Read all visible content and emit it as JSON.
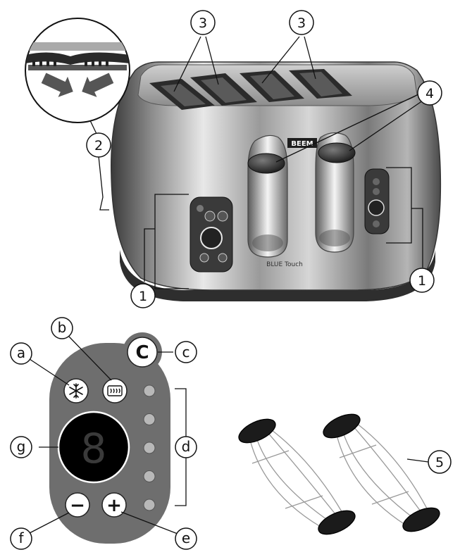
{
  "toaster": {
    "brand_plate": "BEEM",
    "model_logo": "BLUE Touch"
  },
  "callouts": {
    "n1_left": "1",
    "n1_right": "1",
    "n2": "2",
    "n3_left": "3",
    "n3_right": "3",
    "n4": "4",
    "n5": "5"
  },
  "panel": {
    "display_digit": "8",
    "minus_symbol": "−",
    "plus_symbol": "+",
    "cancel_symbol": "C",
    "indicator_count": 5,
    "labels": {
      "a": "a",
      "b": "b",
      "c": "c",
      "d": "d",
      "e": "e",
      "f": "f",
      "g": "g"
    }
  },
  "icons": {
    "a": "snowflake-icon",
    "b": "reheat-icon",
    "c": "cancel-icon"
  }
}
